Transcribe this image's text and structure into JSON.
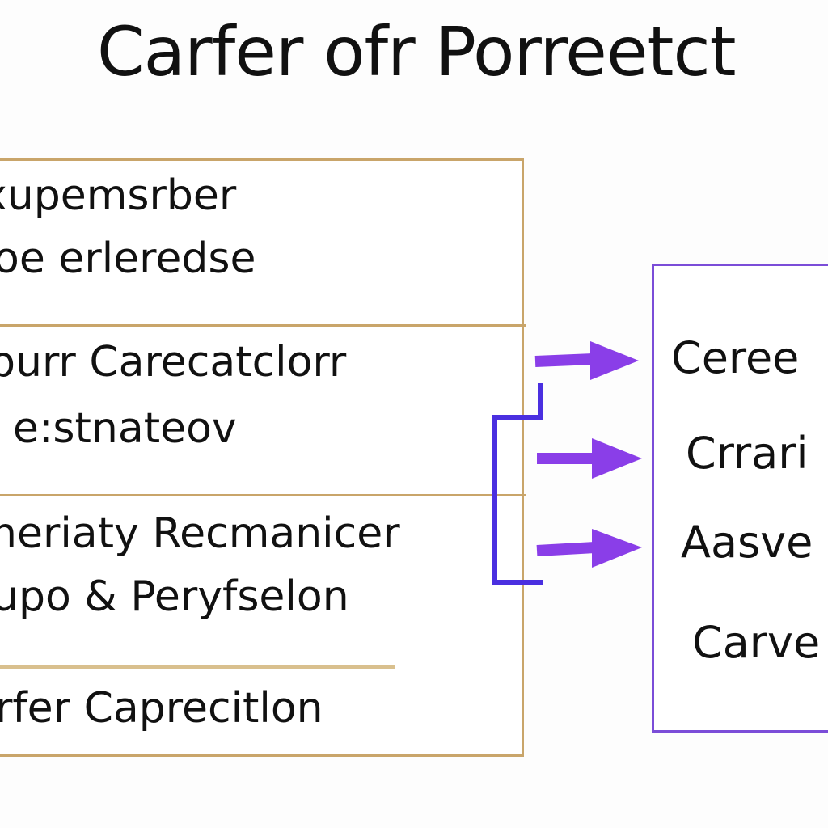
{
  "title": "Carfer ofr Porreetct",
  "left_sections": [
    {
      "lines": [
        "xupemsrber",
        "oe erleredse"
      ]
    },
    {
      "lines": [
        "purr Carecatclorr",
        "r e:stnateov"
      ]
    },
    {
      "lines": [
        "neriaty Recmanicer",
        "upo & Peryfselon"
      ]
    },
    {
      "lines": [
        "rfer Caprecitlon"
      ]
    }
  ],
  "right_box": {
    "items": [
      "Ceree",
      "Crrari",
      "Aasve",
      "Carve"
    ]
  },
  "colors": {
    "left_border": "#c9a56a",
    "right_border": "#7b4dd8",
    "arrow": "#8a3ee8",
    "bracket": "#4a2fe0"
  }
}
